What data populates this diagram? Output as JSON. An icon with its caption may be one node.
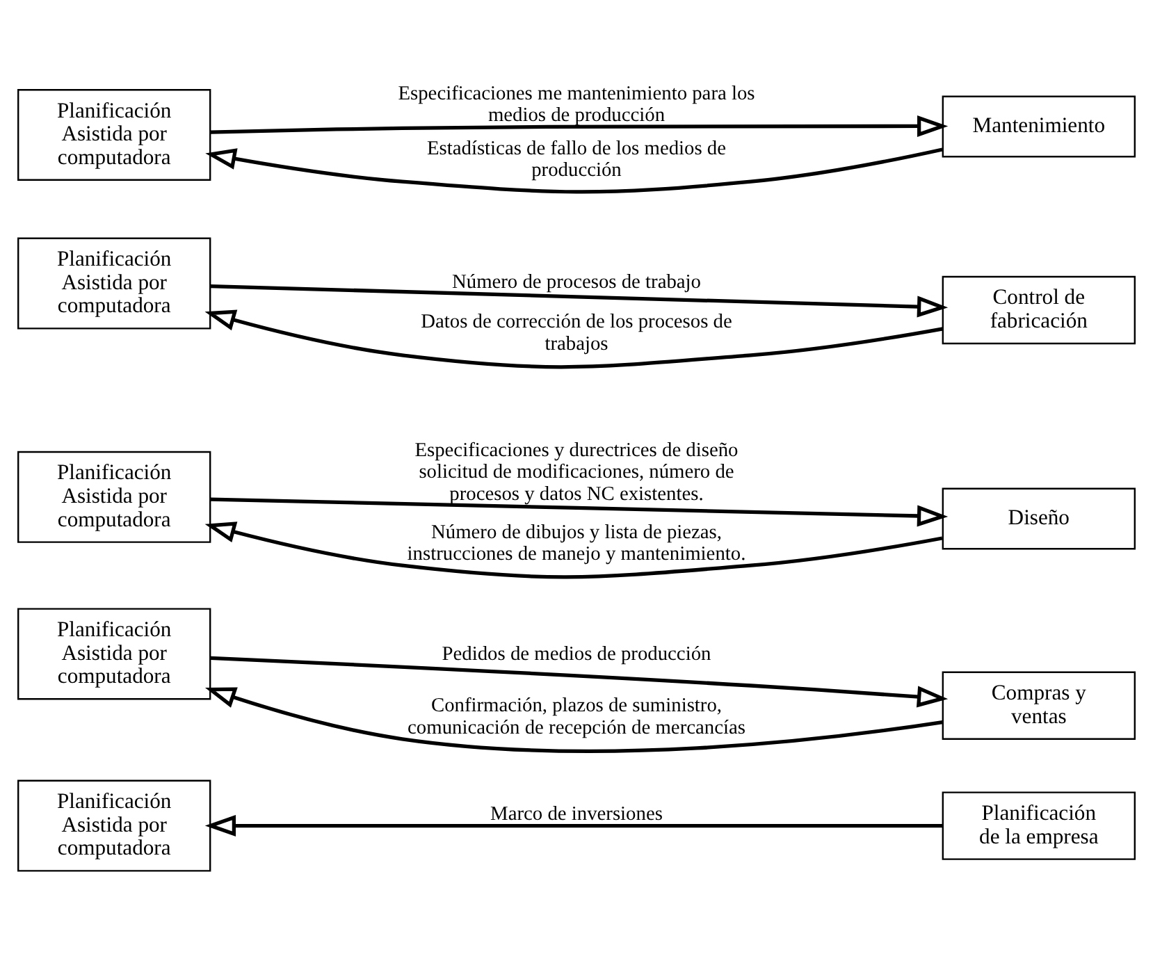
{
  "diagram": {
    "nodes": [
      {
        "text": [
          "Planificación Asistida por computadora"
        ]
      },
      {
        "text": [
          "Planificación de la empresa"
        ]
      },
      {
        "text": [
          "Planificación Asistida por computadora"
        ]
      },
      {
        "text": [
          "Compras y ventas"
        ]
      },
      {
        "text": [
          "Planificación Asistida por computadora"
        ]
      },
      {
        "text": [
          "Diseño"
        ]
      },
      {
        "text": [
          "Planificación Asistida por computadora"
        ]
      },
      {
        "text": [
          "Control de fabricación"
        ]
      },
      {
        "text": [
          "Planificación Asistida por computadora"
        ]
      },
      {
        "text": [
          "Mantenimiento"
        ]
      }
    ],
    "edges": [
      {
        "from": 1,
        "to": 0,
        "arrow": "to",
        "label": "Marco de inversiones"
      },
      {
        "from": 2,
        "to": 3,
        "arrow": "to",
        "label": "Pedidos de medios de producción"
      },
      {
        "from": 3,
        "to": 2,
        "arrow": "to",
        "label": "Confirmación, plazos de suministro, comunicación de recepción de mercancías"
      },
      {
        "from": 4,
        "to": 5,
        "arrow": "to",
        "label": "Especificaciones y durectrices de diseño solicitud de modificaciones, número de procesos y datos NC existentes."
      },
      {
        "from": 5,
        "to": 4,
        "arrow": "to",
        "label": "Número de dibujos y lista de piezas, instrucciones de manejo y mantenimiento."
      },
      {
        "from": 6,
        "to": 7,
        "arrow": "to",
        "label": "Número de procesos de trabajo"
      },
      {
        "from": 7,
        "to": 6,
        "arrow": "to",
        "label": "Datos de corrección de los procesos de trabajos"
      },
      {
        "from": 8,
        "to": 9,
        "arrow": "to",
        "label": "Especificaciones me mantenimiento para los medios de producción"
      },
      {
        "from": 9,
        "to": 8,
        "arrow": "to",
        "label": "Estadísticas de fallo de los medios de producción"
      }
    ]
  }
}
